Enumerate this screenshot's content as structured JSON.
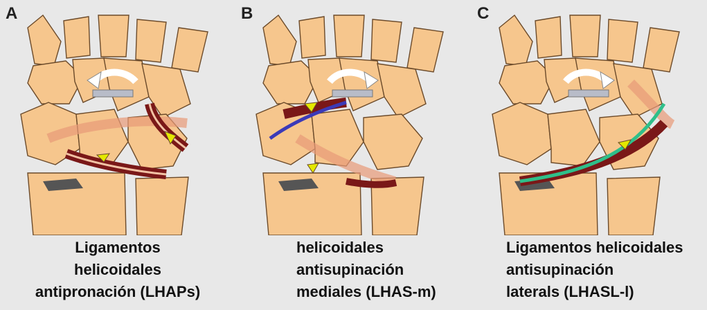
{
  "panels": [
    {
      "letter": "A",
      "caption_lines": [
        "Ligamentos",
        "helicoidales",
        "antipronación (LHAPs)"
      ],
      "rotation_arrow": "counterclockwise",
      "ligament_color": "#7a1818",
      "center_line_color": "#f2c2a4"
    },
    {
      "letter": "B",
      "caption_lines": [
        "helicoidales",
        "antisupinación",
        "mediales (LHAS-m)"
      ],
      "rotation_arrow": "clockwise",
      "ligament_color": "#7a1818",
      "center_line_color": "#3b3ab8"
    },
    {
      "letter": "C",
      "caption_lines": [
        "Ligamentos helicoidales",
        "antisupinación",
        "laterals (LHASL-l)"
      ],
      "rotation_arrow": "clockwise",
      "ligament_color": "#7a1818",
      "center_line_color": "#2fbf8a"
    }
  ],
  "colors": {
    "bone": "#f6c68d",
    "bone_outline": "#6b4a2a",
    "background": "#e8e8e8",
    "arrow_fill": "#e4e800",
    "rotation_arrow": "#ffffff"
  }
}
